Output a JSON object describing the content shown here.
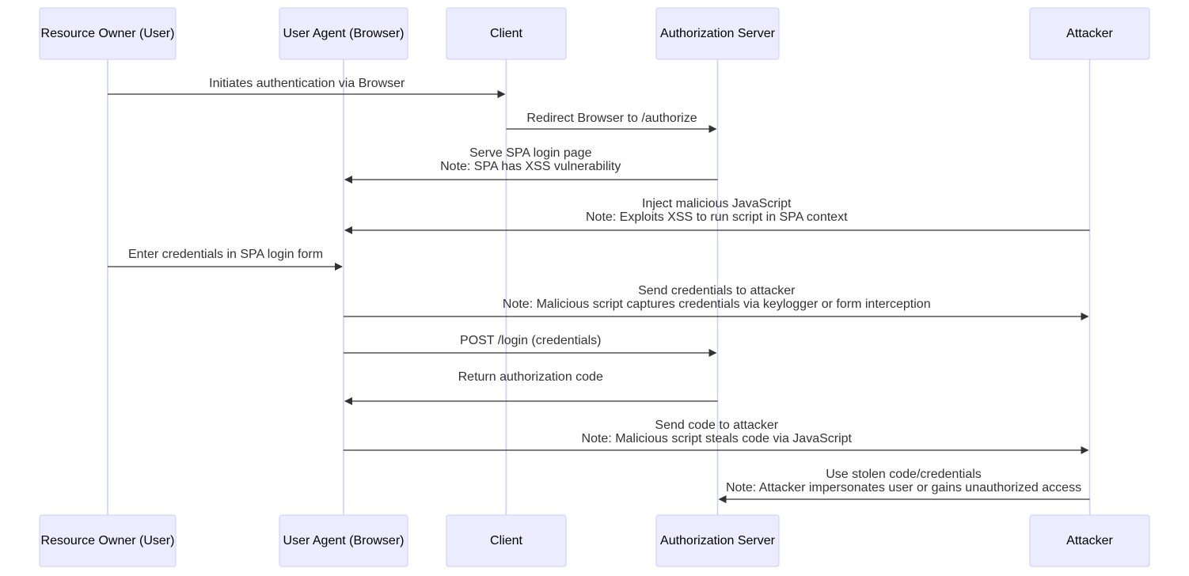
{
  "actors": [
    {
      "id": "user",
      "label": "Resource Owner (User)"
    },
    {
      "id": "browser",
      "label": "User Agent (Browser)"
    },
    {
      "id": "client",
      "label": "Client"
    },
    {
      "id": "authserver",
      "label": "Authorization Server"
    },
    {
      "id": "attacker",
      "label": "Attacker"
    }
  ],
  "messages": [
    {
      "from": "user",
      "to": "client",
      "lines": [
        "Initiates authentication via Browser"
      ]
    },
    {
      "from": "client",
      "to": "authserver",
      "lines": [
        "Redirect Browser to /authorize"
      ]
    },
    {
      "from": "authserver",
      "to": "browser",
      "lines": [
        "Serve SPA login page",
        "Note: SPA has XSS vulnerability"
      ]
    },
    {
      "from": "attacker",
      "to": "browser",
      "lines": [
        "Inject malicious JavaScript",
        "Note: Exploits XSS to run script in SPA context"
      ]
    },
    {
      "from": "user",
      "to": "browser",
      "lines": [
        "Enter credentials in SPA login form"
      ]
    },
    {
      "from": "browser",
      "to": "attacker",
      "lines": [
        "Send credentials to attacker",
        "Note: Malicious script captures credentials via keylogger or form interception"
      ]
    },
    {
      "from": "browser",
      "to": "authserver",
      "lines": [
        "POST /login (credentials)"
      ]
    },
    {
      "from": "authserver",
      "to": "browser",
      "lines": [
        "Return authorization code"
      ]
    },
    {
      "from": "browser",
      "to": "attacker",
      "lines": [
        "Send code to attacker",
        "Note: Malicious script steals code via JavaScript"
      ]
    },
    {
      "from": "attacker",
      "to": "authserver",
      "lines": [
        "Use stolen code/credentials",
        "Note: Attacker impersonates user or gains unauthorized access"
      ]
    }
  ],
  "colors": {
    "actor_fill": "#ECECFF",
    "actor_stroke": "#CCCCFF",
    "lifeline": "#CCCCFF",
    "arrow": "#333333",
    "text": "#333333"
  }
}
